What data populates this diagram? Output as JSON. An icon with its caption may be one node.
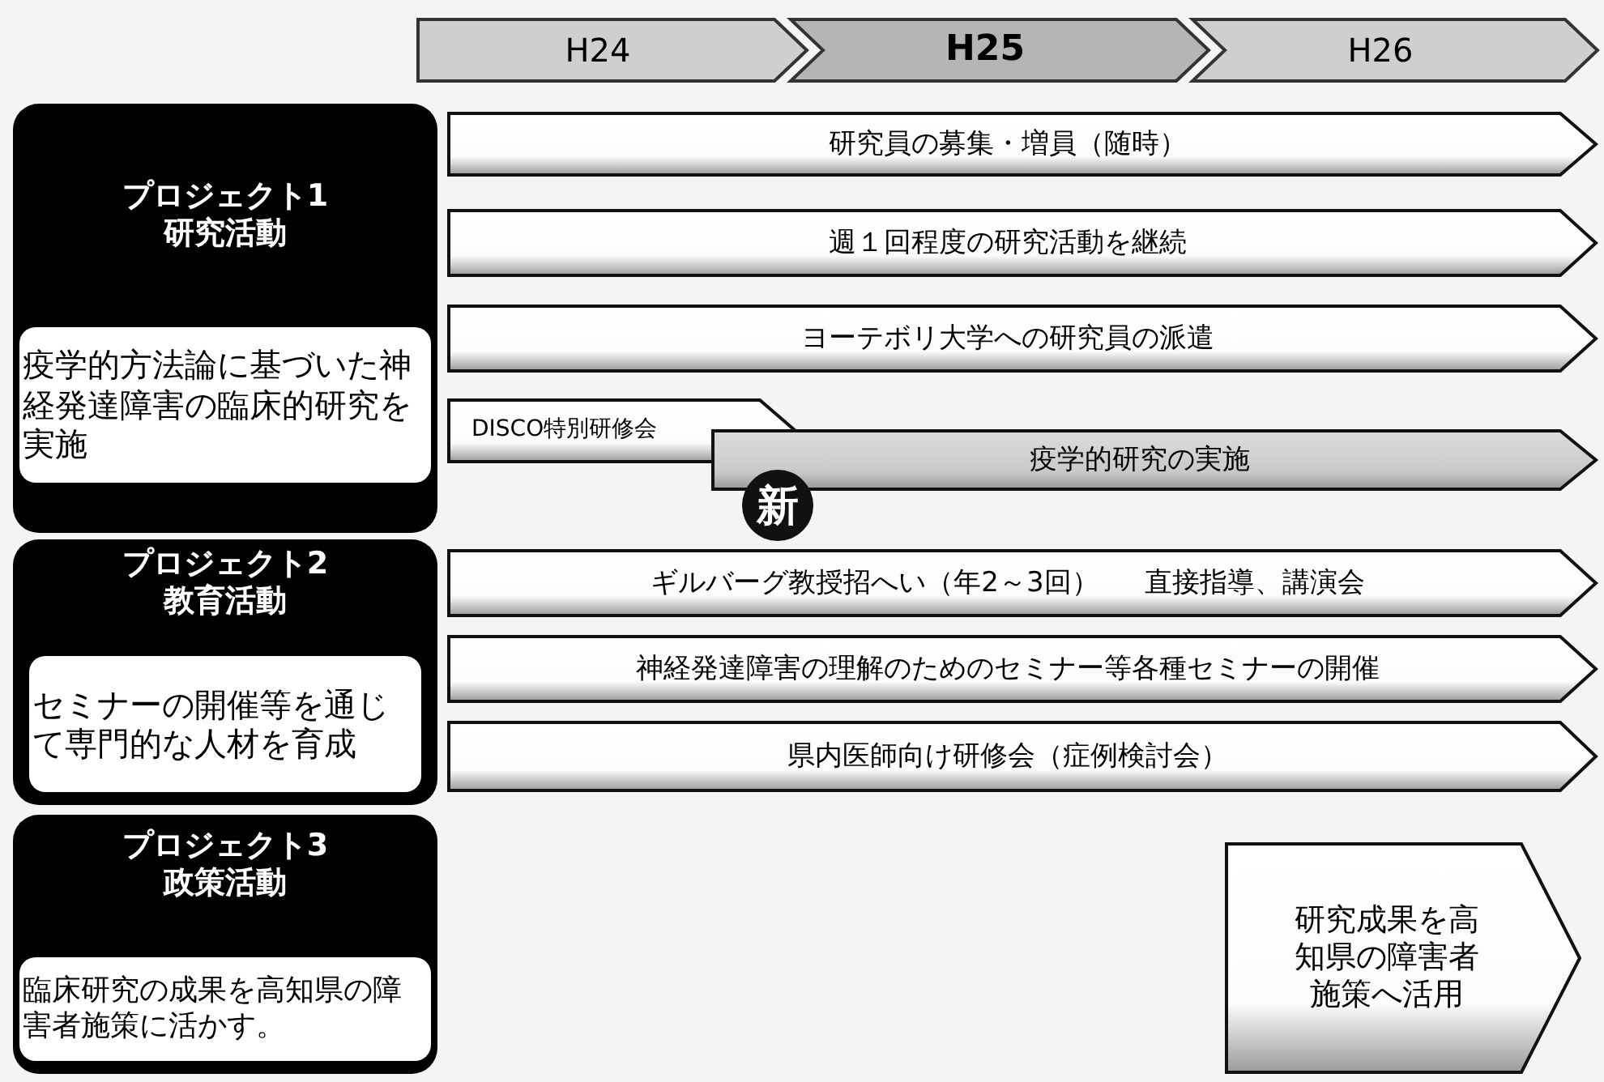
{
  "diagram": {
    "nodes": [
      {
        "text": [
          "H24"
        ]
      },
      {
        "text": [
          "H25"
        ]
      },
      {
        "text": [
          "H26"
        ]
      },
      {
        "text": [
          "プロジェクト1",
          "研究活動"
        ]
      },
      {
        "text": [
          "疫学的方法論に基づいた神経発達障害の臨床的研究を実施"
        ],
        "in": 3
      },
      {
        "text": [
          "プロジェクト2",
          "教育活動"
        ]
      },
      {
        "text": [
          "セミナーの開催等を通じて専門的な人材を育成"
        ],
        "in": 5
      },
      {
        "text": [
          "プロジェクト3",
          "政策活動"
        ]
      },
      {
        "text": [
          "臨床研究の成果を高知県の障害者施策に活かす。"
        ],
        "in": 7
      },
      {
        "text": [
          "研究員の募集・増員（随時）"
        ]
      },
      {
        "text": [
          "週１回程度の研究活動を継続"
        ]
      },
      {
        "text": [
          "ヨーテボリ大学への研究員の派遣"
        ]
      },
      {
        "text": [
          "DISCO特別研修会"
        ]
      },
      {
        "text": [
          "疫学的研究の実施"
        ]
      },
      {
        "text": [
          "新"
        ]
      },
      {
        "text": [
          "ギルバーグ教授招へい（年2～3回）",
          "直接指導、講演会"
        ]
      },
      {
        "text": [
          "神経発達障害の理解のためのセミナー等各種セミナーの開催"
        ]
      },
      {
        "text": [
          "県内医師向け研修会（症例検討会）"
        ]
      },
      {
        "text": [
          "研究成果を高知県の障害者施策へ活用"
        ]
      }
    ]
  }
}
